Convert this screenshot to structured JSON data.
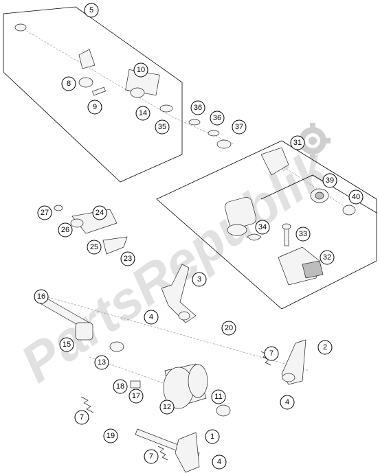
{
  "watermark": {
    "text": "PartsRepublik"
  },
  "callouts": [
    {
      "label": "5"
    },
    {
      "label": "10"
    },
    {
      "label": "8"
    },
    {
      "label": "9"
    },
    {
      "label": "14"
    },
    {
      "label": "35"
    },
    {
      "label": "36"
    },
    {
      "label": "36"
    },
    {
      "label": "37"
    },
    {
      "label": "31"
    },
    {
      "label": "39"
    },
    {
      "label": "40"
    },
    {
      "label": "27"
    },
    {
      "label": "24"
    },
    {
      "label": "26"
    },
    {
      "label": "34"
    },
    {
      "label": "33"
    },
    {
      "label": "25"
    },
    {
      "label": "23"
    },
    {
      "label": "32"
    },
    {
      "label": "3"
    },
    {
      "label": "16"
    },
    {
      "label": "4"
    },
    {
      "label": "20"
    },
    {
      "label": "15"
    },
    {
      "label": "2"
    },
    {
      "label": "7"
    },
    {
      "label": "13"
    },
    {
      "label": "18"
    },
    {
      "label": "17"
    },
    {
      "label": "11"
    },
    {
      "label": "4"
    },
    {
      "label": "7"
    },
    {
      "label": "12"
    },
    {
      "label": "19"
    },
    {
      "label": "1"
    },
    {
      "label": "7"
    },
    {
      "label": "4"
    }
  ]
}
